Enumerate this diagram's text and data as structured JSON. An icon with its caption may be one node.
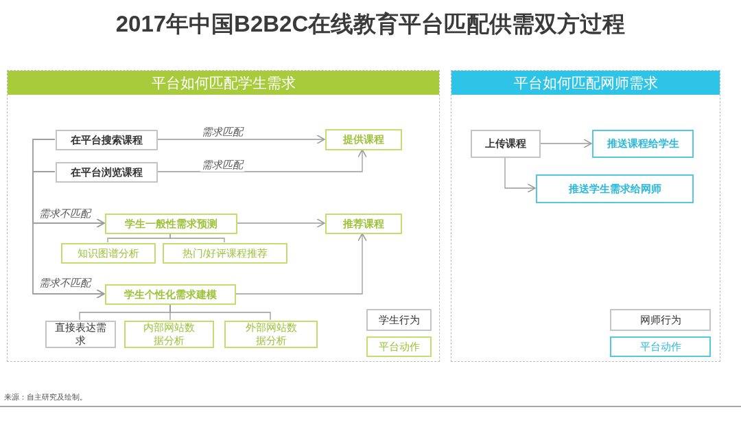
{
  "diagram": {
    "title": "2017年中国B2B2C在线教育平台匹配供需双方过程",
    "nodes": [
      {
        "text": [
          "平台如何匹配学生需求"
        ]
      },
      {
        "text": [
          "在平台搜索课程"
        ],
        "in": 0
      },
      {
        "text": [
          "在平台浏览课程"
        ],
        "in": 0
      },
      {
        "text": [
          "提供课程"
        ],
        "in": 0
      },
      {
        "text": [
          "学生一般性需求预测"
        ],
        "in": 0
      },
      {
        "text": [
          "推荐课程"
        ],
        "in": 0
      },
      {
        "text": [
          "知识图谱分析"
        ],
        "in": 0
      },
      {
        "text": [
          "热门/好评课程推荐"
        ],
        "in": 0
      },
      {
        "text": [
          "学生个性化需求建模"
        ],
        "in": 0
      },
      {
        "text": [
          "直接表达需求"
        ],
        "in": 0
      },
      {
        "text": [
          "内部网站数据分析"
        ],
        "in": 0
      },
      {
        "text": [
          "外部网站数据分析"
        ],
        "in": 0
      },
      {
        "text": [
          "学生行为"
        ],
        "in": 0
      },
      {
        "text": [
          "平台动作"
        ],
        "in": 0
      },
      {
        "text": [
          "平台如何匹配网师需求"
        ]
      },
      {
        "text": [
          "上传课程"
        ],
        "in": 14
      },
      {
        "text": [
          "推送课程给学生"
        ],
        "in": 14
      },
      {
        "text": [
          "推送学生需求给网师"
        ],
        "in": 14
      },
      {
        "text": [
          "网师行为"
        ],
        "in": 14
      },
      {
        "text": [
          "平台动作"
        ],
        "in": 14
      }
    ],
    "edges": [
      {
        "from": 1,
        "to": 3,
        "arrow": "to",
        "label": "需求匹配"
      },
      {
        "from": 2,
        "to": 3,
        "arrow": "to",
        "label": "需求匹配"
      },
      {
        "from": 1,
        "to": 4,
        "arrow": "to",
        "label": "需求不匹配"
      },
      {
        "from": 2,
        "to": 4,
        "arrow": "to"
      },
      {
        "from": 1,
        "to": 8,
        "arrow": "to",
        "label": "需求不匹配"
      },
      {
        "from": 2,
        "to": 8,
        "arrow": "to"
      },
      {
        "from": 4,
        "to": 5,
        "arrow": "to"
      },
      {
        "from": 4,
        "to": 6,
        "arrow": "none"
      },
      {
        "from": 4,
        "to": 7,
        "arrow": "none"
      },
      {
        "from": 8,
        "to": 5,
        "arrow": "to"
      },
      {
        "from": 8,
        "to": 9,
        "arrow": "none"
      },
      {
        "from": 8,
        "to": 10,
        "arrow": "none"
      },
      {
        "from": 8,
        "to": 11,
        "arrow": "none"
      },
      {
        "from": 15,
        "to": 16,
        "arrow": "to"
      },
      {
        "from": 15,
        "to": 17,
        "arrow": "to"
      }
    ],
    "labels": [
      "来源：自主研究及绘制。"
    ]
  }
}
